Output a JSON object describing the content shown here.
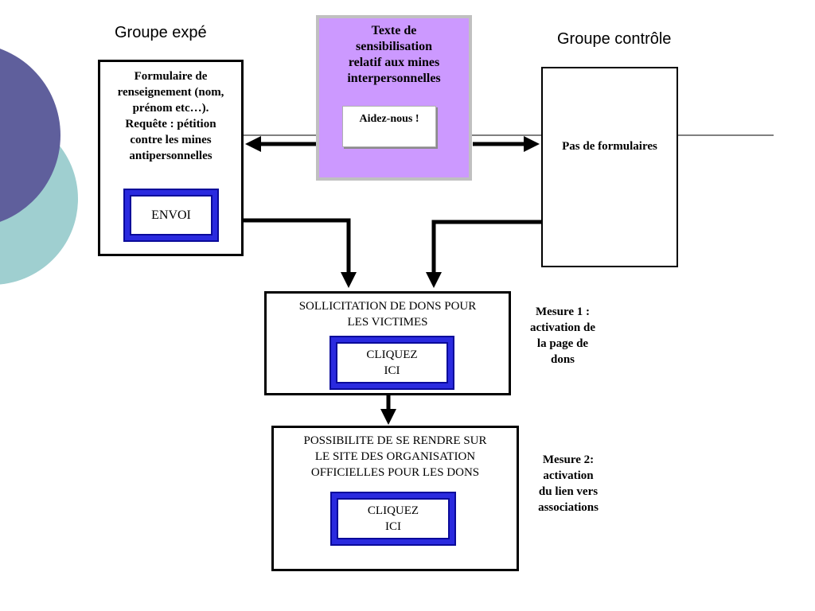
{
  "labels": {
    "groupe_expe": "Groupe expé",
    "groupe_controle": "Groupe contrôle"
  },
  "form_box": {
    "lines": [
      "Formulaire de",
      "renseignement (nom,",
      "prénom etc…).",
      "Requête : pétition",
      "contre les mines",
      "antipersonnelles"
    ],
    "button": "ENVOI"
  },
  "sensibilisation": {
    "lines": [
      "Texte de",
      "sensibilisation",
      "relatif aux mines",
      "interpersonnelles"
    ],
    "button": "Aidez-nous !"
  },
  "control_box": {
    "text": "Pas de formulaires"
  },
  "sollicitation": {
    "lines": [
      "SOLLICITATION DE DONS POUR",
      "LES VICTIMES"
    ],
    "button_lines": [
      "CLIQUEZ",
      "ICI"
    ]
  },
  "possibilite": {
    "lines": [
      "POSSIBILITE DE SE RENDRE SUR",
      "LE SITE DES ORGANISATION",
      "OFFICIELLES POUR LES DONS"
    ],
    "button_lines": [
      "CLIQUEZ",
      "ICI"
    ]
  },
  "mesure1": {
    "lines": [
      "Mesure 1 :",
      "activation de",
      "la page de",
      "dons"
    ]
  },
  "mesure2": {
    "lines": [
      "Mesure 2:",
      "activation",
      "du lien vers",
      "associations"
    ]
  },
  "colors": {
    "circle_dark": "#5f5f9c",
    "circle_light": "#9fcfd0",
    "sensib_fill": "#cc99ff",
    "button_blue": "#2a2adf"
  }
}
